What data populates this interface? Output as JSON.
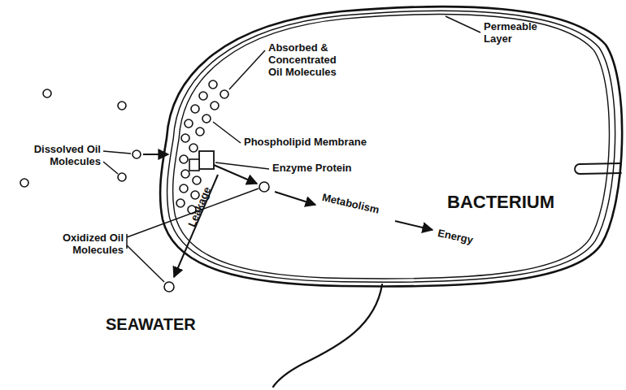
{
  "diagram": {
    "nodes": [
      {
        "text": [
          "BACTERIUM"
        ]
      }
    ],
    "labels": [
      "Permeable Layer",
      "Absorbed & Concentrated Oil Molecules",
      "Dissolved Oil Molecules",
      "Phospholipid Membrane",
      "Enzyme Protein",
      "Metabolism",
      "Energy",
      "Leakage",
      "Oxidized Oil Molecules",
      "SEAWATER"
    ]
  }
}
